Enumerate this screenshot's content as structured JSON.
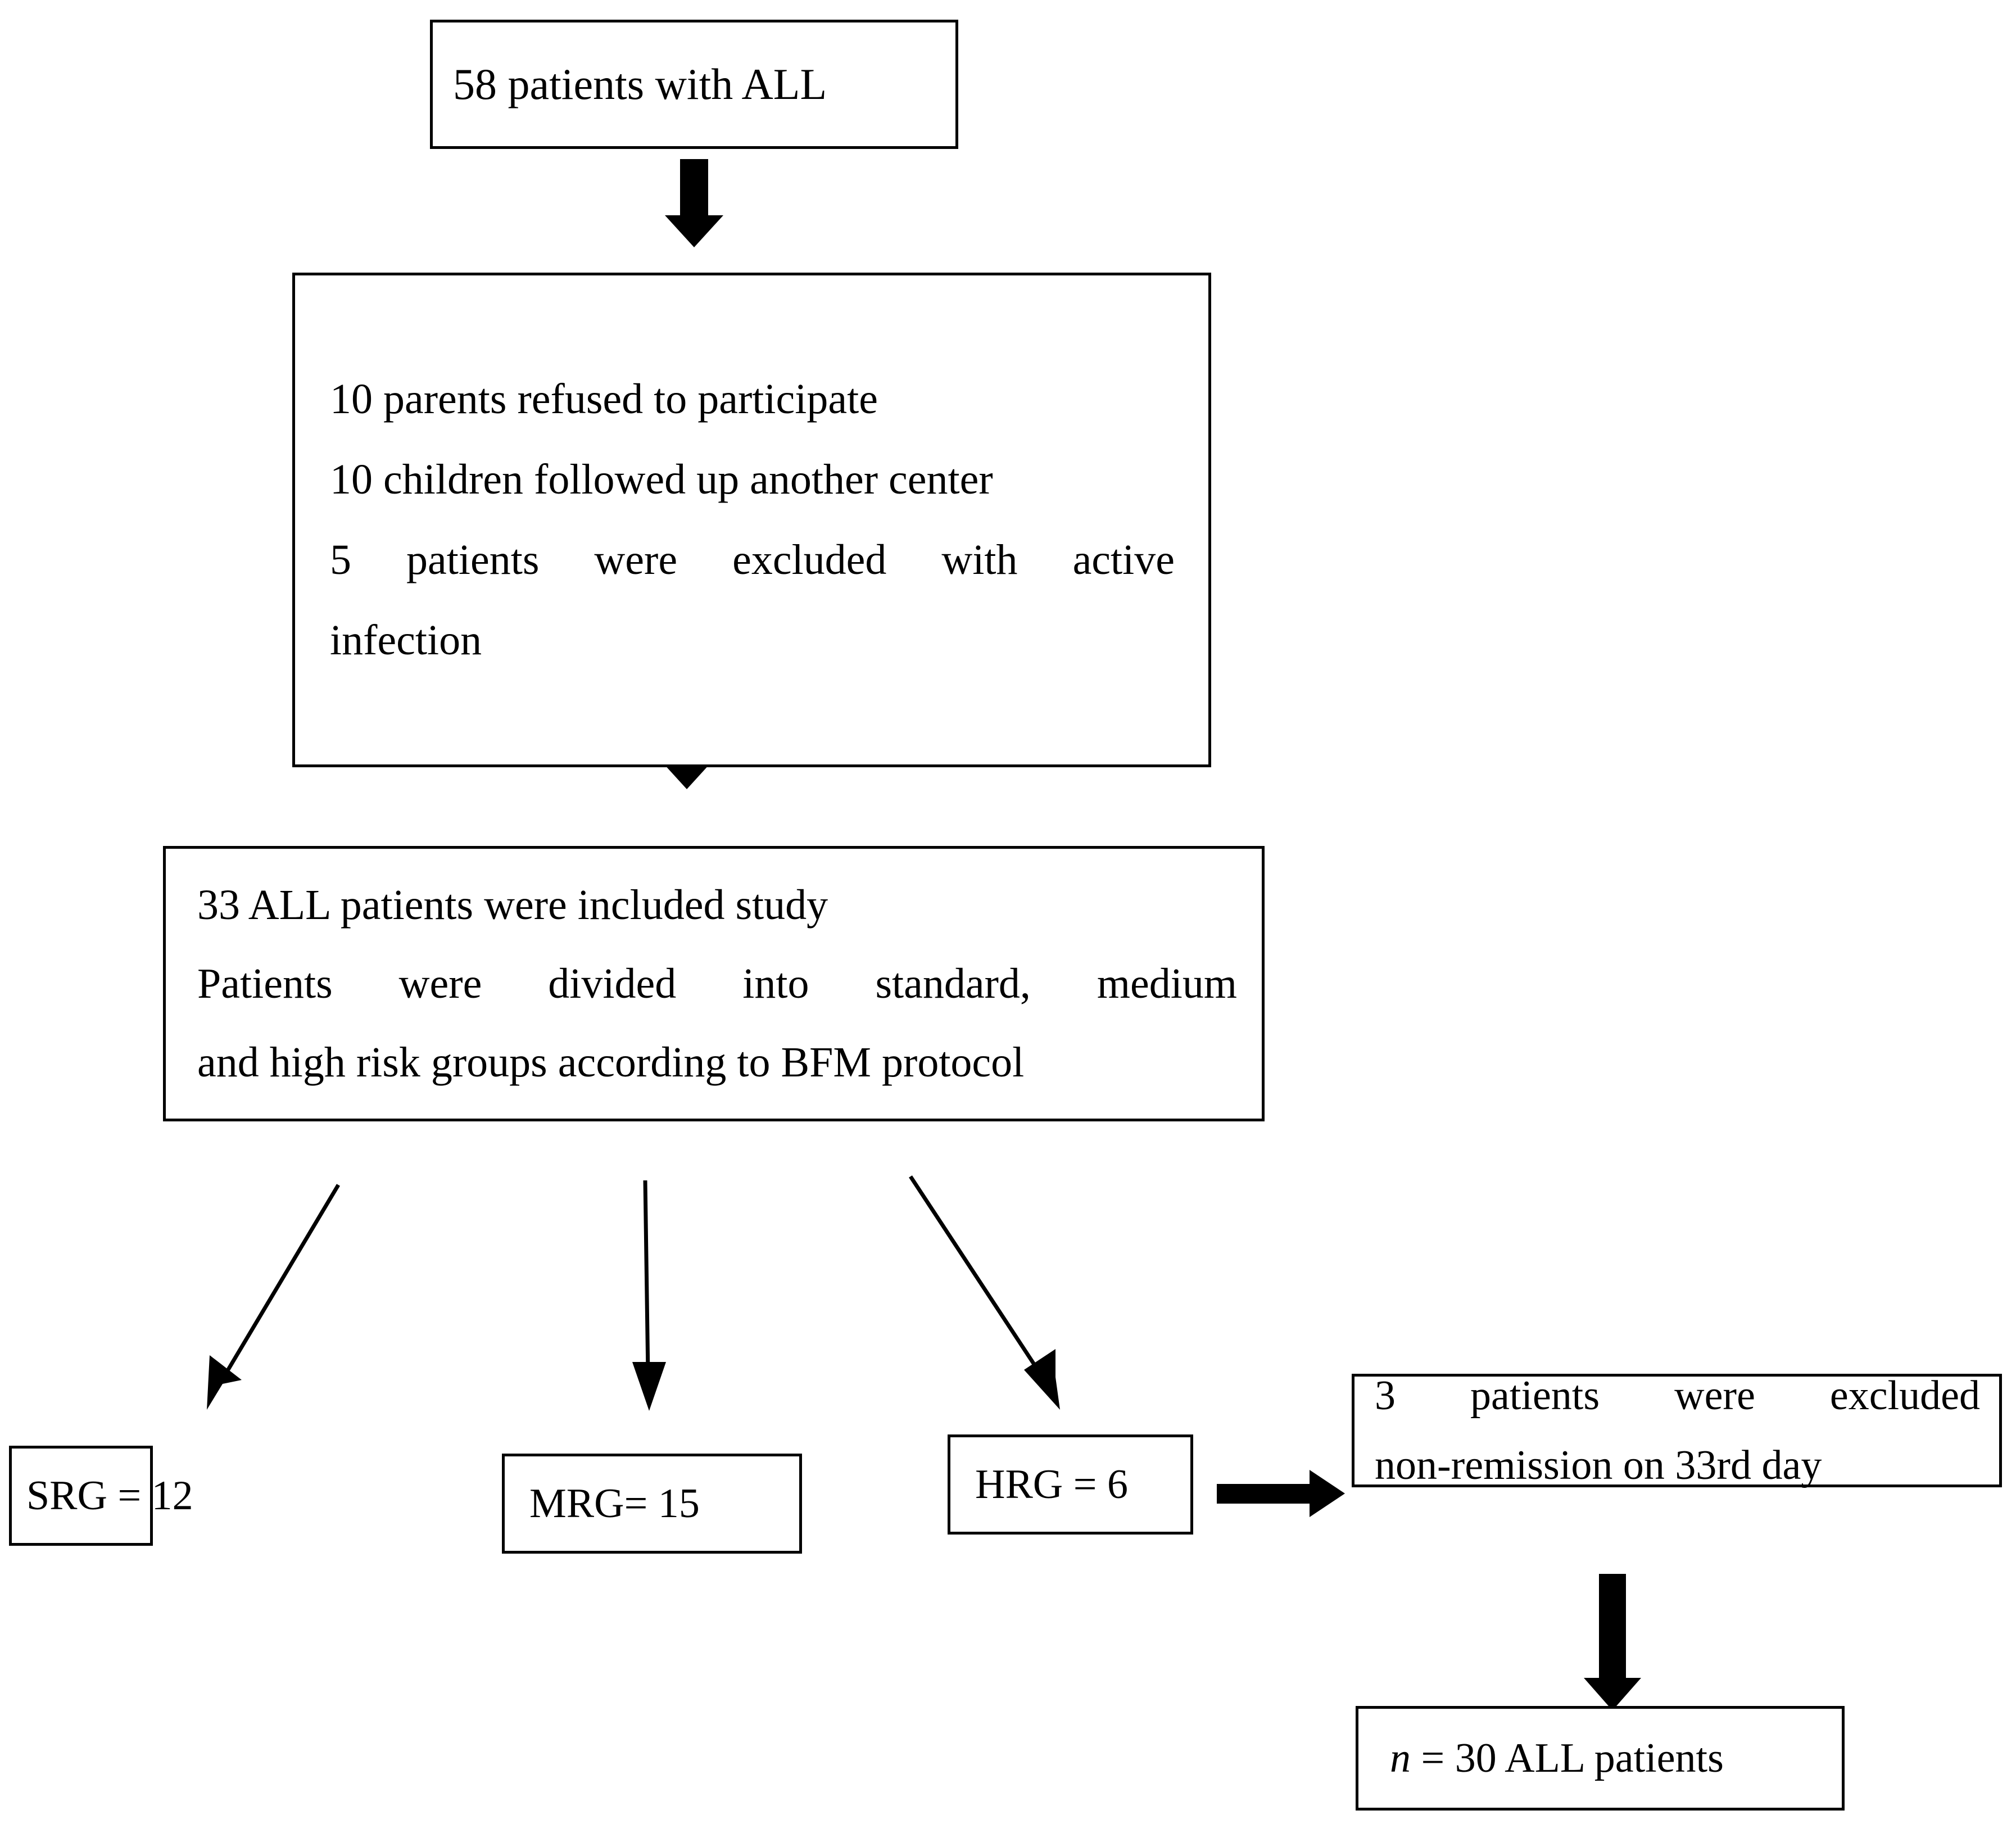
{
  "diagram": {
    "title": "Study flow diagram of acute lymphoblastic leukemia (ALL) patient enrollment",
    "nodes": {
      "total": {
        "label": "58 patients with ALL"
      },
      "exclusions": {
        "line1": "10 parents refused to participate",
        "line2": "10 children followed up another center",
        "line3a": "5  patients  were  excluded  with  active",
        "line3b": "infection"
      },
      "included": {
        "line1": "33 ALL patients were included study",
        "line2a": "Patients  were  divided  into  standard,  medium",
        "line2b": "and high risk groups according to BFM protocol"
      },
      "srg": {
        "label": "SRG = 12"
      },
      "mrg": {
        "label": "MRG= 15"
      },
      "hrg": {
        "label": "HRG = 6"
      },
      "nonremission": {
        "line1": "3  patients  were  excluded",
        "line2": "non-remission on 33rd day"
      },
      "final": {
        "italic_symbol": "n",
        "label_rest": " = 30 ALL patients"
      }
    },
    "edges": [
      {
        "name": "total-to-exclusions",
        "style": "block-arrow",
        "direction": "down"
      },
      {
        "name": "exclusions-to-included",
        "style": "block-arrow",
        "direction": "down"
      },
      {
        "name": "included-to-srg",
        "style": "thin-arrow",
        "direction": "down-left"
      },
      {
        "name": "included-to-mrg",
        "style": "thin-arrow",
        "direction": "down"
      },
      {
        "name": "included-to-hrg",
        "style": "thin-arrow",
        "direction": "down-right"
      },
      {
        "name": "hrg-to-nonremission",
        "style": "block-arrow",
        "direction": "right"
      },
      {
        "name": "nonremission-to-final",
        "style": "block-arrow",
        "direction": "down"
      }
    ],
    "colors": {
      "stroke": "#000000",
      "background": "#ffffff",
      "text": "#000000"
    }
  }
}
